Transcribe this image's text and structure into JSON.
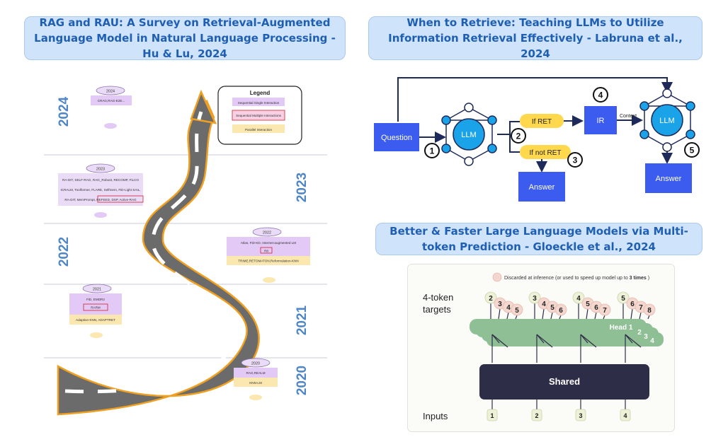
{
  "left": {
    "title": "RAG and RAU: A Survey on Retrieval-Augmented Language Model in Natural Language Processing - Hu & Lu, 2024",
    "years": [
      "2024",
      "2023",
      "2022",
      "2021",
      "2020"
    ],
    "legend": {
      "title": "Legend",
      "items": [
        "Sequential Single Interaction",
        "Sequential Multiple Interactions",
        "Parallel Interaction"
      ]
    },
    "groups": [
      {
        "year": "2024",
        "lines": [
          "CRAG,RAG-E2E..."
        ]
      },
      {
        "year": "2023",
        "lines": [
          "RA-DIT, SELF-RAG, RAG_Robust, RECOMP, FiLCO",
          "ICRALM, Toolformer, FLARE, Selfmem, FiD-Light SAIL,",
          "RA-DIT, MemPrompt, REFEED, DSP, Active-RAG"
        ]
      },
      {
        "year": "2022",
        "lines": [
          "Atlas, FiD-KD, Internet-augmented LM",
          "R8",
          "TRIME,RETOMATON,Reformulation-KNN"
        ]
      },
      {
        "year": "2021",
        "lines": [
          "FiD, EMDR2",
          "RARM",
          "Adaptive-KNN, ADAPTRET"
        ]
      },
      {
        "year": "2020",
        "lines": [
          "RAG,REALM",
          "KNN-LM"
        ]
      }
    ]
  },
  "right_top": {
    "title": "When to Retrieve: Teaching LLMs to Utilize Information Retrieval Effectively - Labruna et al., 2024",
    "question": "Question",
    "llm": "LLM",
    "if_ret": "If RET",
    "if_not_ret": "If not RET",
    "ir": "IR",
    "context": "Context",
    "answer": "Answer",
    "steps": [
      "1",
      "2",
      "3",
      "4",
      "5"
    ]
  },
  "right_bottom": {
    "title": "Better & Faster Large Language Models via Multi-token Prediction - Gloeckle et al., 2024",
    "discard_note": "Discarded at inference (or used to speed up model up to",
    "discard_bold": "3 times",
    "discard_end": ")",
    "targets_label_1": "4-token",
    "targets_label_2": "targets",
    "inputs_label": "Inputs",
    "head_label": "Head 1",
    "head_nums": [
      "2",
      "3",
      "4"
    ],
    "shared": "Shared",
    "inputs": [
      "1",
      "2",
      "3",
      "4"
    ],
    "target_groups": [
      [
        "2",
        "3",
        "4",
        "5"
      ],
      [
        "3",
        "4",
        "5",
        "6"
      ],
      [
        "4",
        "5",
        "6",
        "7"
      ],
      [
        "5",
        "6",
        "7",
        "8"
      ]
    ]
  },
  "colors": {
    "title_bg": "#cfe3fa",
    "title_text": "#1f5fb3",
    "blue_box": "#3c5cf0",
    "llm_node": "#1aa3e8",
    "yellow": "#ffd84d",
    "head_green": "#8fbf94",
    "shared_dark": "#2e2d47",
    "road": "#6b6b6b",
    "year_blue": "#4f86c6"
  }
}
